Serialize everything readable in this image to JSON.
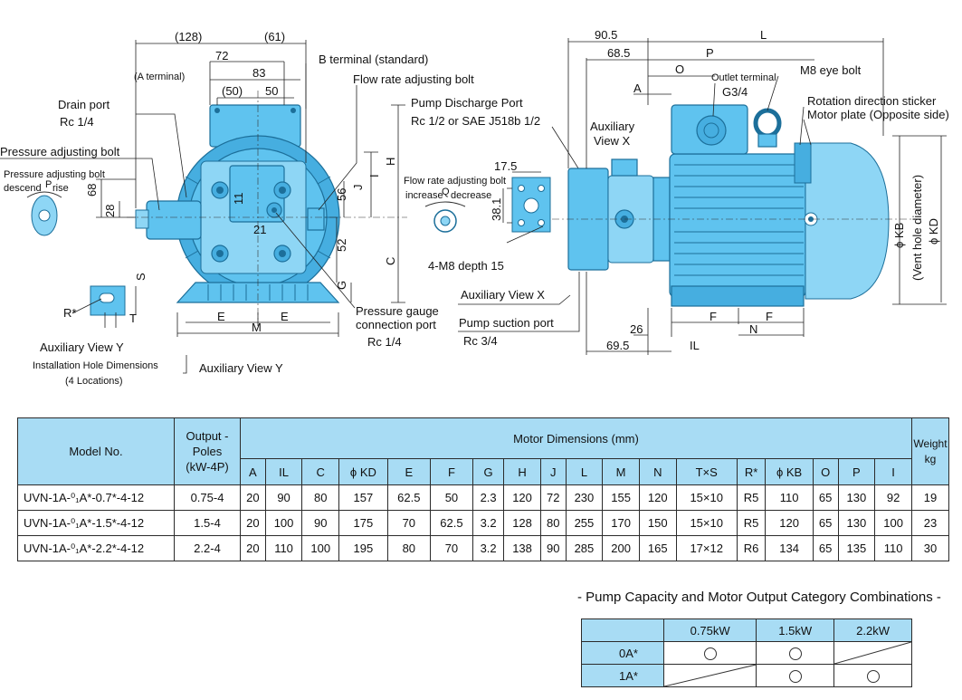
{
  "drawing": {
    "labels": {
      "dim_128": "(128)",
      "dim_61": "(61)",
      "dim_72": "72",
      "dim_83": "83",
      "dim_50a": "(50)",
      "dim_50b": "50",
      "a_terminal": "(A terminal)",
      "b_terminal": "B terminal (standard)",
      "flow_bolt": "Flow rate adjusting bolt",
      "drain_port": "Drain port",
      "drain_rc": "Rc 1/4",
      "pressure_bolt": "Pressure adjusting bolt",
      "pressure_bolt_small": "Pressure adjusting bolt",
      "descend": "descend",
      "p_letter": "P",
      "rise": "rise",
      "dim_68": "68",
      "dim_28": "28",
      "dim_11": "11",
      "dim_21": "21",
      "dim_56": "56",
      "dim_52": "52",
      "dim_J": "J",
      "dim_I": "I",
      "dim_H": "H",
      "dim_C": "C",
      "dim_G": "G",
      "dim_S": "S",
      "dim_T": "T",
      "dim_R": "R*",
      "dim_E1": "E",
      "dim_E2": "E",
      "dim_M": "M",
      "aux_y": "Auxiliary View Y",
      "install_holes": "Installation Hole Dimensions",
      "four_locations": "(4 Locations)",
      "aux_y_arrow": "Auxiliary View Y",
      "gauge_port": "Pressure gauge",
      "gauge_port2": "connection port",
      "gauge_rc": "Rc 1/4",
      "discharge": "Pump Discharge Port",
      "discharge_spec": "Rc 1/2 or SAE J518b 1/2",
      "aux_x": "Auxiliary",
      "aux_x2": "View X",
      "flow_small": "Flow rate adjusting bolt",
      "increase": "increase",
      "q_letter": "Q",
      "decrease": "decrease",
      "dim_175": "17.5",
      "dim_381": "38.1",
      "m8_depth": "4-M8 depth 15",
      "aux_view_x": "Auxiliary View X",
      "suction": "Pump suction port",
      "suction_rc": "Rc 3/4",
      "dim_905": "90.5",
      "dim_L": "L",
      "dim_685": "68.5",
      "dim_P": "P",
      "dim_O": "O",
      "dim_A": "A",
      "outlet": "Outlet terminal",
      "outlet_g": "G3/4",
      "eye_bolt": "M8 eye bolt",
      "rotation": "Rotation direction sticker",
      "motor_plate": "Motor plate (Opposite side)",
      "kb": "ϕ KB",
      "vent": "(Vent hole diameter)",
      "kd": "ϕ KD",
      "dim_F1": "F",
      "dim_F2": "F",
      "dim_N": "N",
      "dim_26": "26",
      "dim_695": "69.5",
      "dim_IL": "IL"
    }
  },
  "dimension_table": {
    "model_header": "Model No.",
    "output_header": [
      "Output -",
      "Poles",
      "(kW-4P)"
    ],
    "motor_header": "Motor Dimensions (mm)",
    "weight_header": [
      "Weight",
      "kg"
    ],
    "columns": [
      "A",
      "IL",
      "C",
      "ϕ KD",
      "E",
      "F",
      "G",
      "H",
      "J",
      "L",
      "M",
      "N",
      "T×S",
      "R*",
      "ϕ KB",
      "O",
      "P",
      "I"
    ],
    "rows": [
      {
        "model": "UVN-1A-⁰₁A*-0.7*-4-12",
        "output": "0.75-4",
        "values": [
          "20",
          "90",
          "80",
          "157",
          "62.5",
          "50",
          "2.3",
          "120",
          "72",
          "230",
          "155",
          "120",
          "15×10",
          "R5",
          "110",
          "65",
          "130",
          "92"
        ],
        "weight": "19"
      },
      {
        "model": "UVN-1A-⁰₁A*-1.5*-4-12",
        "output": "1.5-4",
        "values": [
          "20",
          "100",
          "90",
          "175",
          "70",
          "62.5",
          "3.2",
          "128",
          "80",
          "255",
          "170",
          "150",
          "15×10",
          "R5",
          "120",
          "65",
          "130",
          "100"
        ],
        "weight": "23"
      },
      {
        "model": "UVN-1A-⁰₁A*-2.2*-4-12",
        "output": "2.2-4",
        "values": [
          "20",
          "110",
          "100",
          "195",
          "80",
          "70",
          "3.2",
          "138",
          "90",
          "285",
          "200",
          "165",
          "17×12",
          "R6",
          "134",
          "65",
          "135",
          "110"
        ],
        "weight": "30"
      }
    ]
  },
  "combinations": {
    "title": "- Pump Capacity and Motor Output Category Combinations -",
    "columns": [
      "0.75kW",
      "1.5kW",
      "2.2kW"
    ],
    "rows": [
      {
        "label": "0A*",
        "cells": [
          "circle",
          "circle",
          "slash"
        ]
      },
      {
        "label": "1A*",
        "cells": [
          "slash",
          "circle",
          "circle"
        ]
      }
    ]
  }
}
